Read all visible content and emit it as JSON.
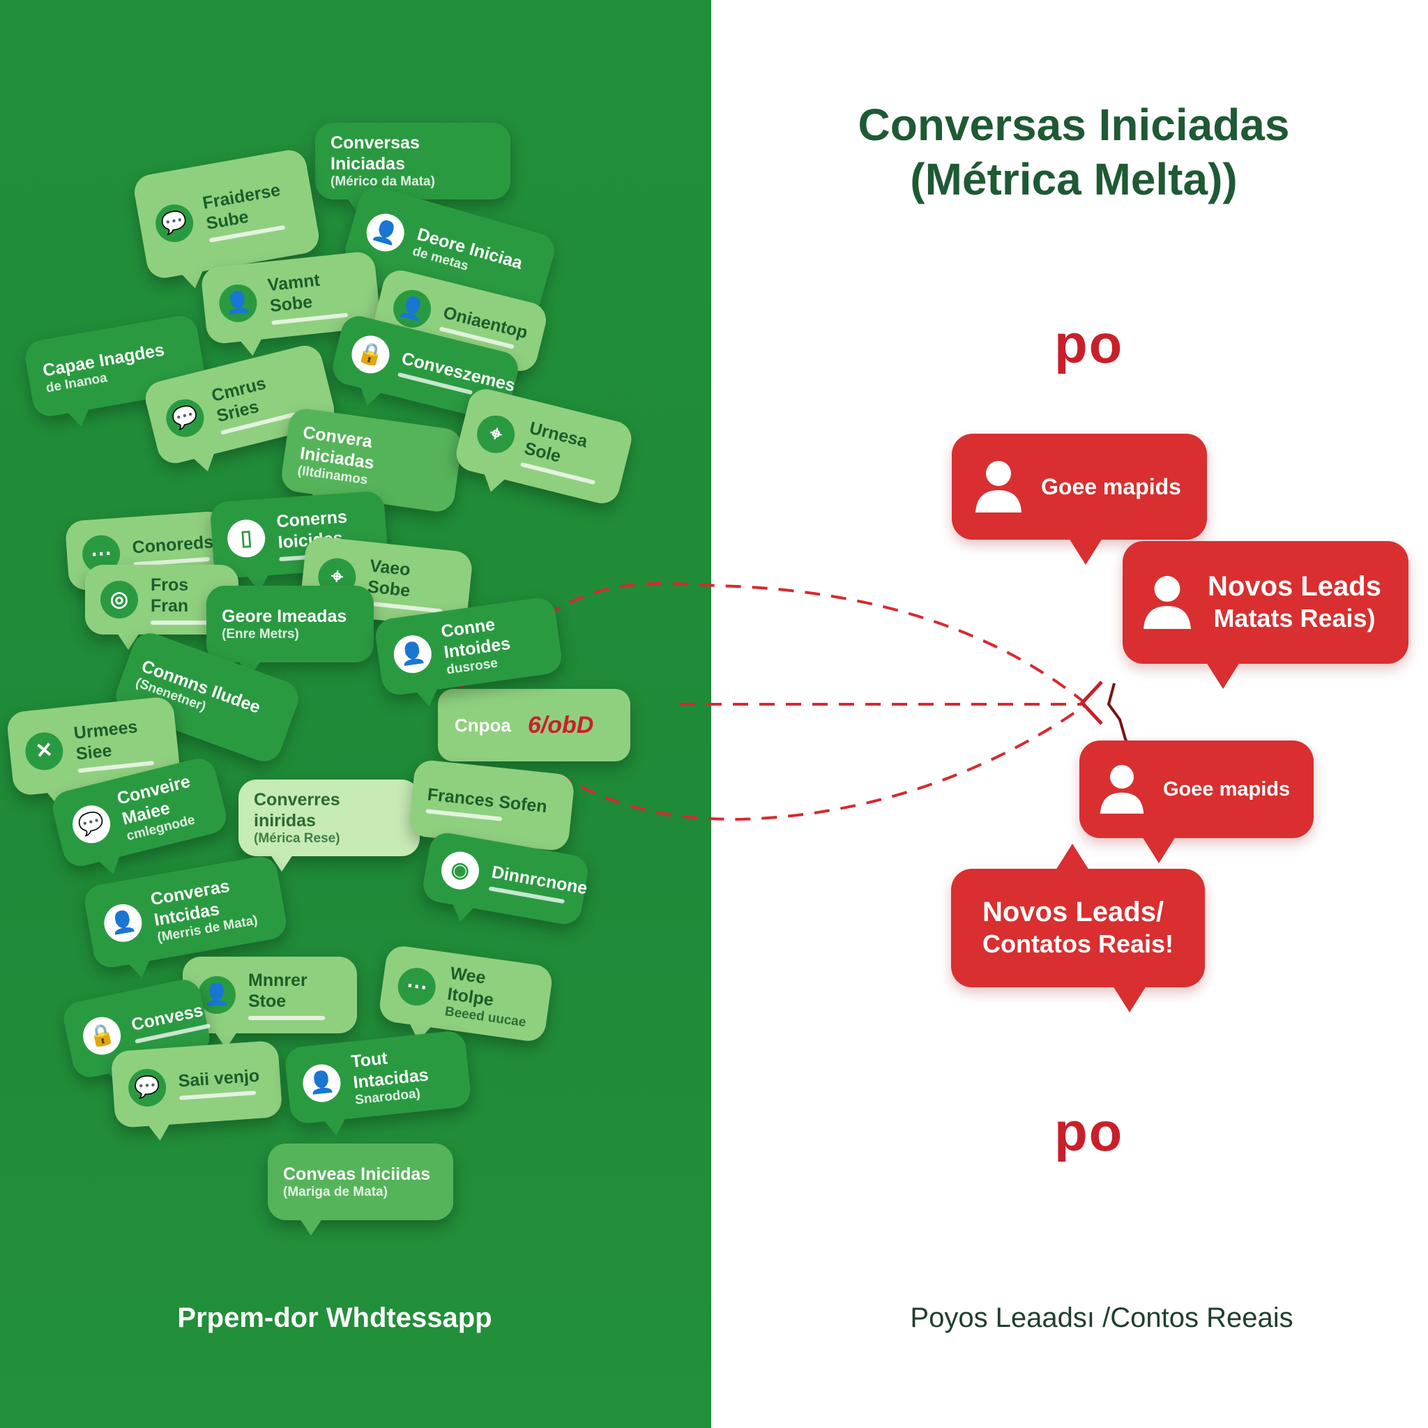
{
  "left": {
    "caption": "Prpem-dor  Whdtessapp",
    "bubbles": [
      {
        "line1": "Conversas Iniciadas",
        "line2": "(Mérico da Mata)",
        "icon": ""
      },
      {
        "line1": "Fraiderse Sube",
        "line2": "",
        "icon": "chat-icon"
      },
      {
        "line1": "Deore Iniciaa",
        "line2": "de metas",
        "icon": "person-icon"
      },
      {
        "line1": "Vamnt Sobe",
        "line2": "",
        "icon": "person-icon"
      },
      {
        "line1": "Capae Inagdes",
        "line2": "de Inanoa",
        "icon": ""
      },
      {
        "line1": "Oniaentop",
        "line2": "",
        "icon": "person-icon"
      },
      {
        "line1": "Conveszemes",
        "line2": "",
        "icon": "lock-icon"
      },
      {
        "line1": "Cmrus Sries",
        "line2": "",
        "icon": "chat-icon"
      },
      {
        "line1": "Converа Iniciadas",
        "line2": "(Iltdinamos",
        "icon": ""
      },
      {
        "line1": "Urnesa Sole",
        "line2": "",
        "icon": "pin-icon"
      },
      {
        "line1": "Conoreds",
        "line2": "",
        "icon": "dots-icon"
      },
      {
        "line1": "Conerns Ioiсides",
        "line2": "",
        "icon": "phone-icon"
      },
      {
        "line1": "Vaeo Sobe",
        "line2": "",
        "icon": "pin-icon"
      },
      {
        "line1": "Fros Fran",
        "line2": "",
        "icon": "circle-icon"
      },
      {
        "line1": "Geore Imeadas",
        "line2": "(Enre Metrs)",
        "icon": ""
      },
      {
        "line1": "Conne Intoides",
        "line2": "dusrose",
        "icon": "person-icon"
      },
      {
        "line1": "Conmns Iludee",
        "line2": "(Snenetner)",
        "icon": ""
      },
      {
        "line1": "Urmees Siee",
        "line2": "",
        "icon": "close-icon"
      },
      {
        "line1": "Cnpoa",
        "line2": "",
        "icon": ""
      },
      {
        "line1": "Conveire Maiee",
        "line2": "cmlegnode",
        "icon": "chat-icon"
      },
      {
        "line1": "Converres iniridas",
        "line2": "(Mérica Rese)",
        "icon": ""
      },
      {
        "line1": "Frances Sofen",
        "line2": "",
        "icon": ""
      },
      {
        "line1": "Conveгas Intcidas",
        "line2": "(Merris de Mata)",
        "icon": "person-icon"
      },
      {
        "line1": "Dinnrcnone",
        "line2": "",
        "icon": "instagram-icon"
      },
      {
        "line1": "Mnnrer Stoe",
        "line2": "",
        "icon": "person-icon"
      },
      {
        "line1": "Wee Itolpe",
        "line2": "Beeed uucae",
        "icon": "dots-icon"
      },
      {
        "line1": "Convess",
        "line2": "",
        "icon": "lock-icon"
      },
      {
        "line1": "Saii venjo",
        "line2": "",
        "icon": "chat-icon"
      },
      {
        "line1": "Tout Intacidas",
        "line2": "Snarodoa)",
        "icon": "person-icon"
      },
      {
        "line1": "Conveas Iniciidas",
        "line2": "(Mariga de Mata)",
        "icon": ""
      }
    ]
  },
  "right": {
    "title_line1": "Conversas Iniciadas",
    "title_line2": "(Métrica Melta))",
    "po_top": "po",
    "po_bottom": "po",
    "bubble_1": "Goee mapids",
    "bubble_2_line1": "Novos Leads",
    "bubble_2_line2": "Matats Reais)",
    "bubble_3": "Goee mapids",
    "bubble_4_line1": "Novos Leads/",
    "bubble_4_line2": "Contatos Reais!",
    "caption": "Poyos Leaadsı /Contos Reeais",
    "scribble": "6/obD"
  },
  "colors": {
    "green_bg": "#218f3a",
    "green_dark": "#2a9a41",
    "green_light": "#8fd07f",
    "red": "#d92f30",
    "title": "#1e5a34"
  }
}
